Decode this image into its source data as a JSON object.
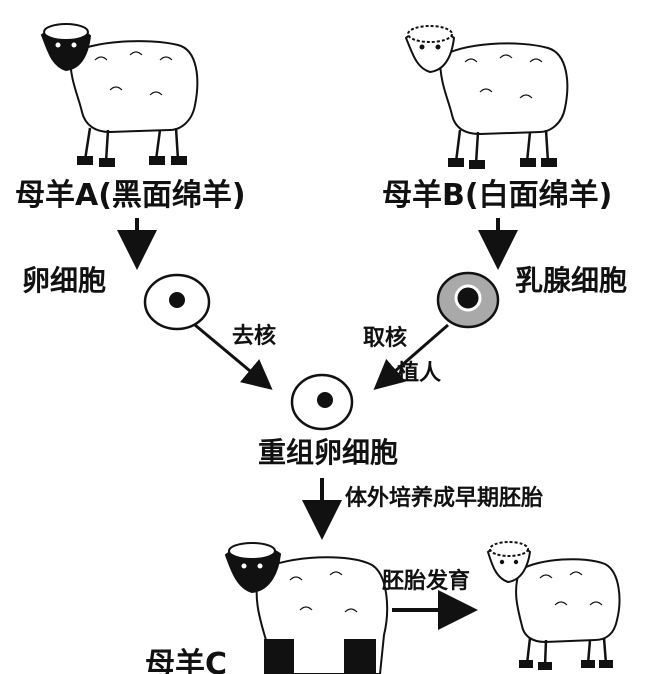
{
  "labels": {
    "ewe_a": "母羊A(黑面绵羊)",
    "ewe_b": "母羊B(白面绵羊)",
    "egg_cell": "卵细胞",
    "mammary_cell": "乳腺细胞",
    "remove_nucleus": "去核",
    "take_nucleus": "取核",
    "implant": "植人",
    "recombined_egg": "重组卵细胞",
    "culture": "体外培养成早期胚胎",
    "embryo_dev": "胚胎发育",
    "ewe_c": "母羊C"
  },
  "colors": {
    "ink": "#111111",
    "gray_cytoplasm": "#a9a9a9",
    "background": "#ffffff"
  }
}
